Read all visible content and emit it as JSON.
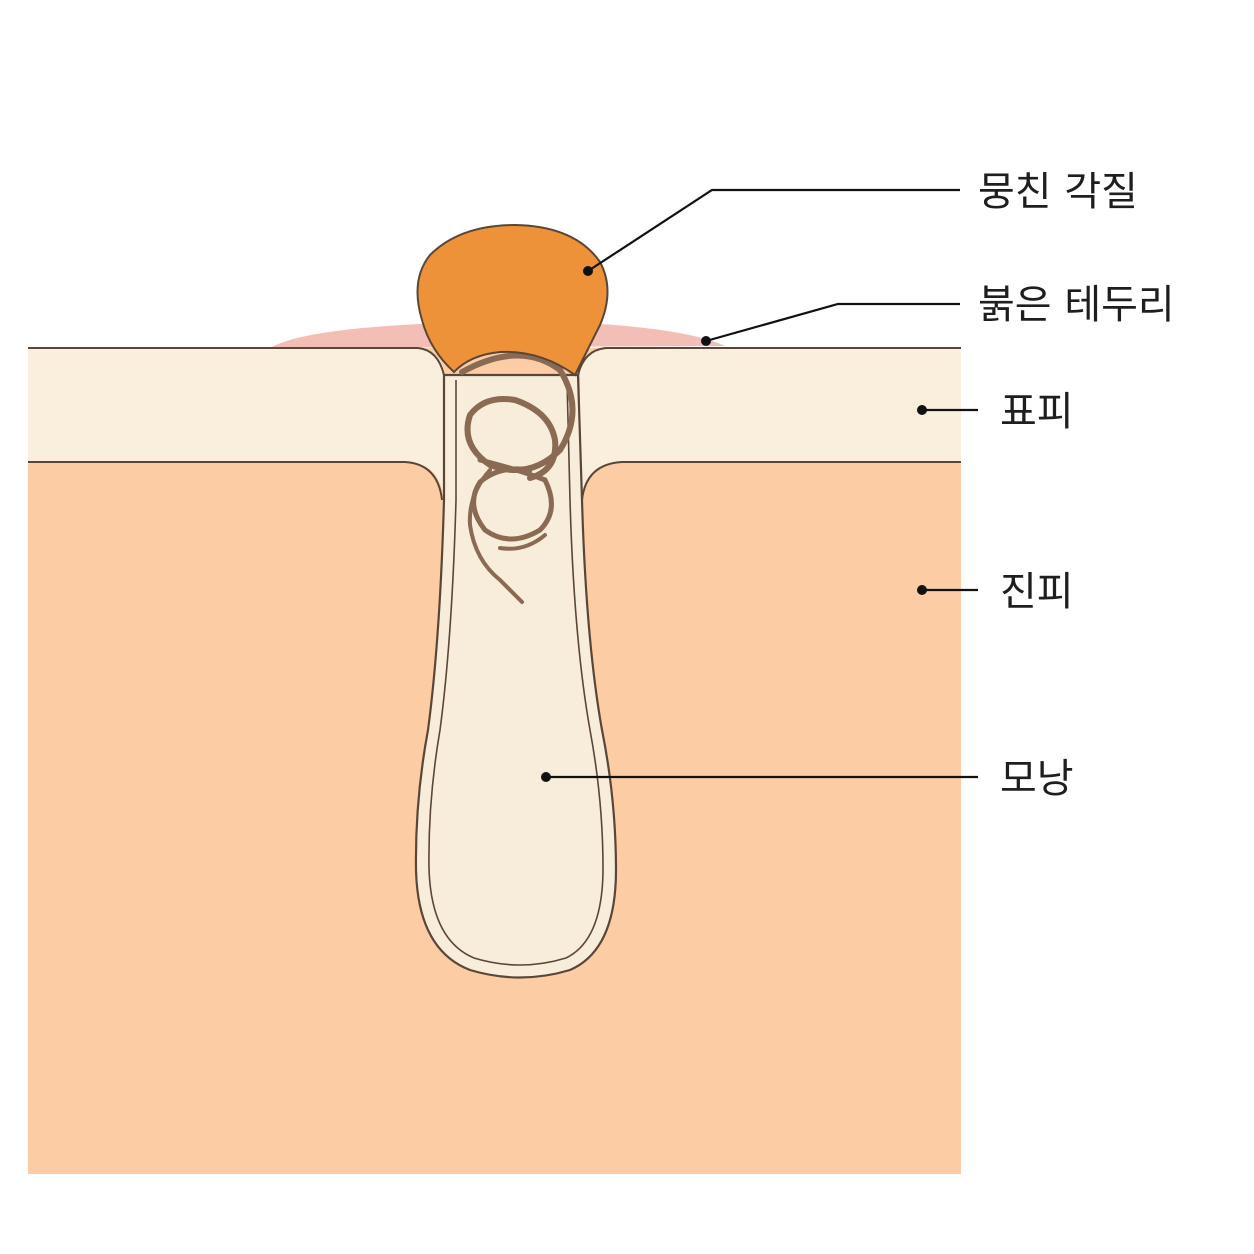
{
  "labels": {
    "plug": "뭉친 각질",
    "red_rim": "붉은 테두리",
    "epidermis": "표피",
    "dermis": "진피",
    "follicle": "모낭"
  },
  "colors": {
    "background": "#ffffff",
    "dermis": "#fccda4",
    "epidermis": "#faeedd",
    "follicle_fill": "#f8ecda",
    "outline": "#5a4638",
    "keratin_plug": "#ed9238",
    "red_rim": "#f2b7ae",
    "hair": "#8a6a52",
    "label_text": "#1e1e1e"
  }
}
